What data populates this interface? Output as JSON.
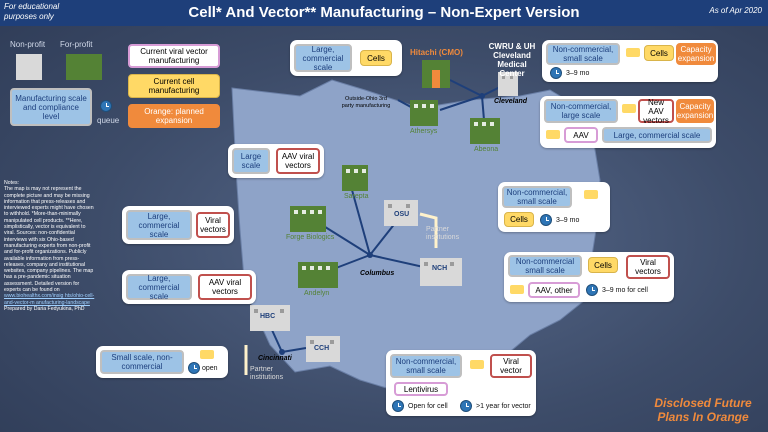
{
  "header": {
    "title": "Cell* And Vector** Manufacturing – Non-Expert Version",
    "note": "For educational purposes only",
    "date": "As of Apr 2020"
  },
  "legend": {
    "nonprofit": "Non-profit",
    "forprofit": "For-profit",
    "scale": "Manufacturing scale and compliance level",
    "queue": "queue",
    "viral": "Current viral vector manufacturing",
    "cell": "Current cell manufacturing",
    "planned": "Orange: planned expansion"
  },
  "notes": {
    "title": "Notes:",
    "body": "The map is may not represent the complete picture  and may be missing information that press-releases and interviewed experts might have chosen to withhold. *More-than-minimally manipulated cell products. **Here, simplistically, vector is equivalent to viral. Sources: non-confidential interviews with six Ohio-based manufacturing experts from non-profit and for-profit organizations. Publicly available information from press-releases, company and institutional websites, company pipelines. The map has a pre-pandemic situation assessment. Detailed version for experts can be found on",
    "link": "www.biohealthx.com/insig hts/ohio-cell-and-vector-m anufacturing-landscape",
    "by": "Prepared by Daria Fedyukina, PhD"
  },
  "footer": "Disclosed Future Plans In Orange",
  "sites": {
    "hitachi": "Hitachi (CMO)",
    "cwru": "CWRU & UH Cleveland Medical Center",
    "cleveland": "Cleveland",
    "outside": "Outside-Ohio 3rd party manufacturing",
    "athersys": "Athersys",
    "abeona": "Abeona",
    "andelyn": "Andelyn",
    "osu": "OSU",
    "nch": "NCH",
    "partner1": "Partner institutions",
    "columbus": "Columbus",
    "hbc": "HBC",
    "cincinnati": "Cincinnati",
    "cch": "CCH",
    "partner2": "Partner institutions",
    "forge": "Forge Biologics",
    "andelyn2": "Andelyn",
    "sarepta": "Sarepta"
  },
  "boxes": {
    "hitachi": {
      "scale": "Large, commercial scale",
      "cells": "Cells"
    },
    "cwru": {
      "scale": "Non-commercial, small scale",
      "cells": "Cells",
      "expand": "Capacity expansion",
      "time": "3–9 mo"
    },
    "abeona": {
      "scale": "Non-commercial, large scale",
      "newaav": "New AAV vectors",
      "expand": "Capacity expansion",
      "aav": "AAV",
      "large": "Large, commercial scale"
    },
    "sarepta": {
      "scale": "Large scale",
      "aav": "AAV viral vectors"
    },
    "forge": {
      "scale": "Large, commercial scale",
      "viral": "Viral vectors"
    },
    "andelyn": {
      "scale": "Large, commercial scale",
      "aav": "AAV viral vectors"
    },
    "osu": {
      "scale": "Non-commercial, small scale",
      "cells": "Cells",
      "time": "3–9 mo"
    },
    "nch": {
      "scale": "Non-commercial small scale",
      "cells": "Cells",
      "viral": "Viral vectors",
      "aav": "AAV, other",
      "time": "3–9 mo for cell"
    },
    "hbc": {
      "scale": "Small scale, non-commercial",
      "open": "open"
    },
    "cch": {
      "scale": "Non-commercial, small scale",
      "viral": "Viral vector",
      "lenti": "Lentivirus",
      "open": "Open for cell",
      "year": ">1 year for vector"
    }
  },
  "colors": {
    "header": "#1e3f7a",
    "state": "#8ea3c8",
    "nonprofit": "#d9d9d9",
    "forprofit": "#548235",
    "planned": "#f08a3c",
    "viral": "#c0504d",
    "cell": "#ffd966"
  }
}
